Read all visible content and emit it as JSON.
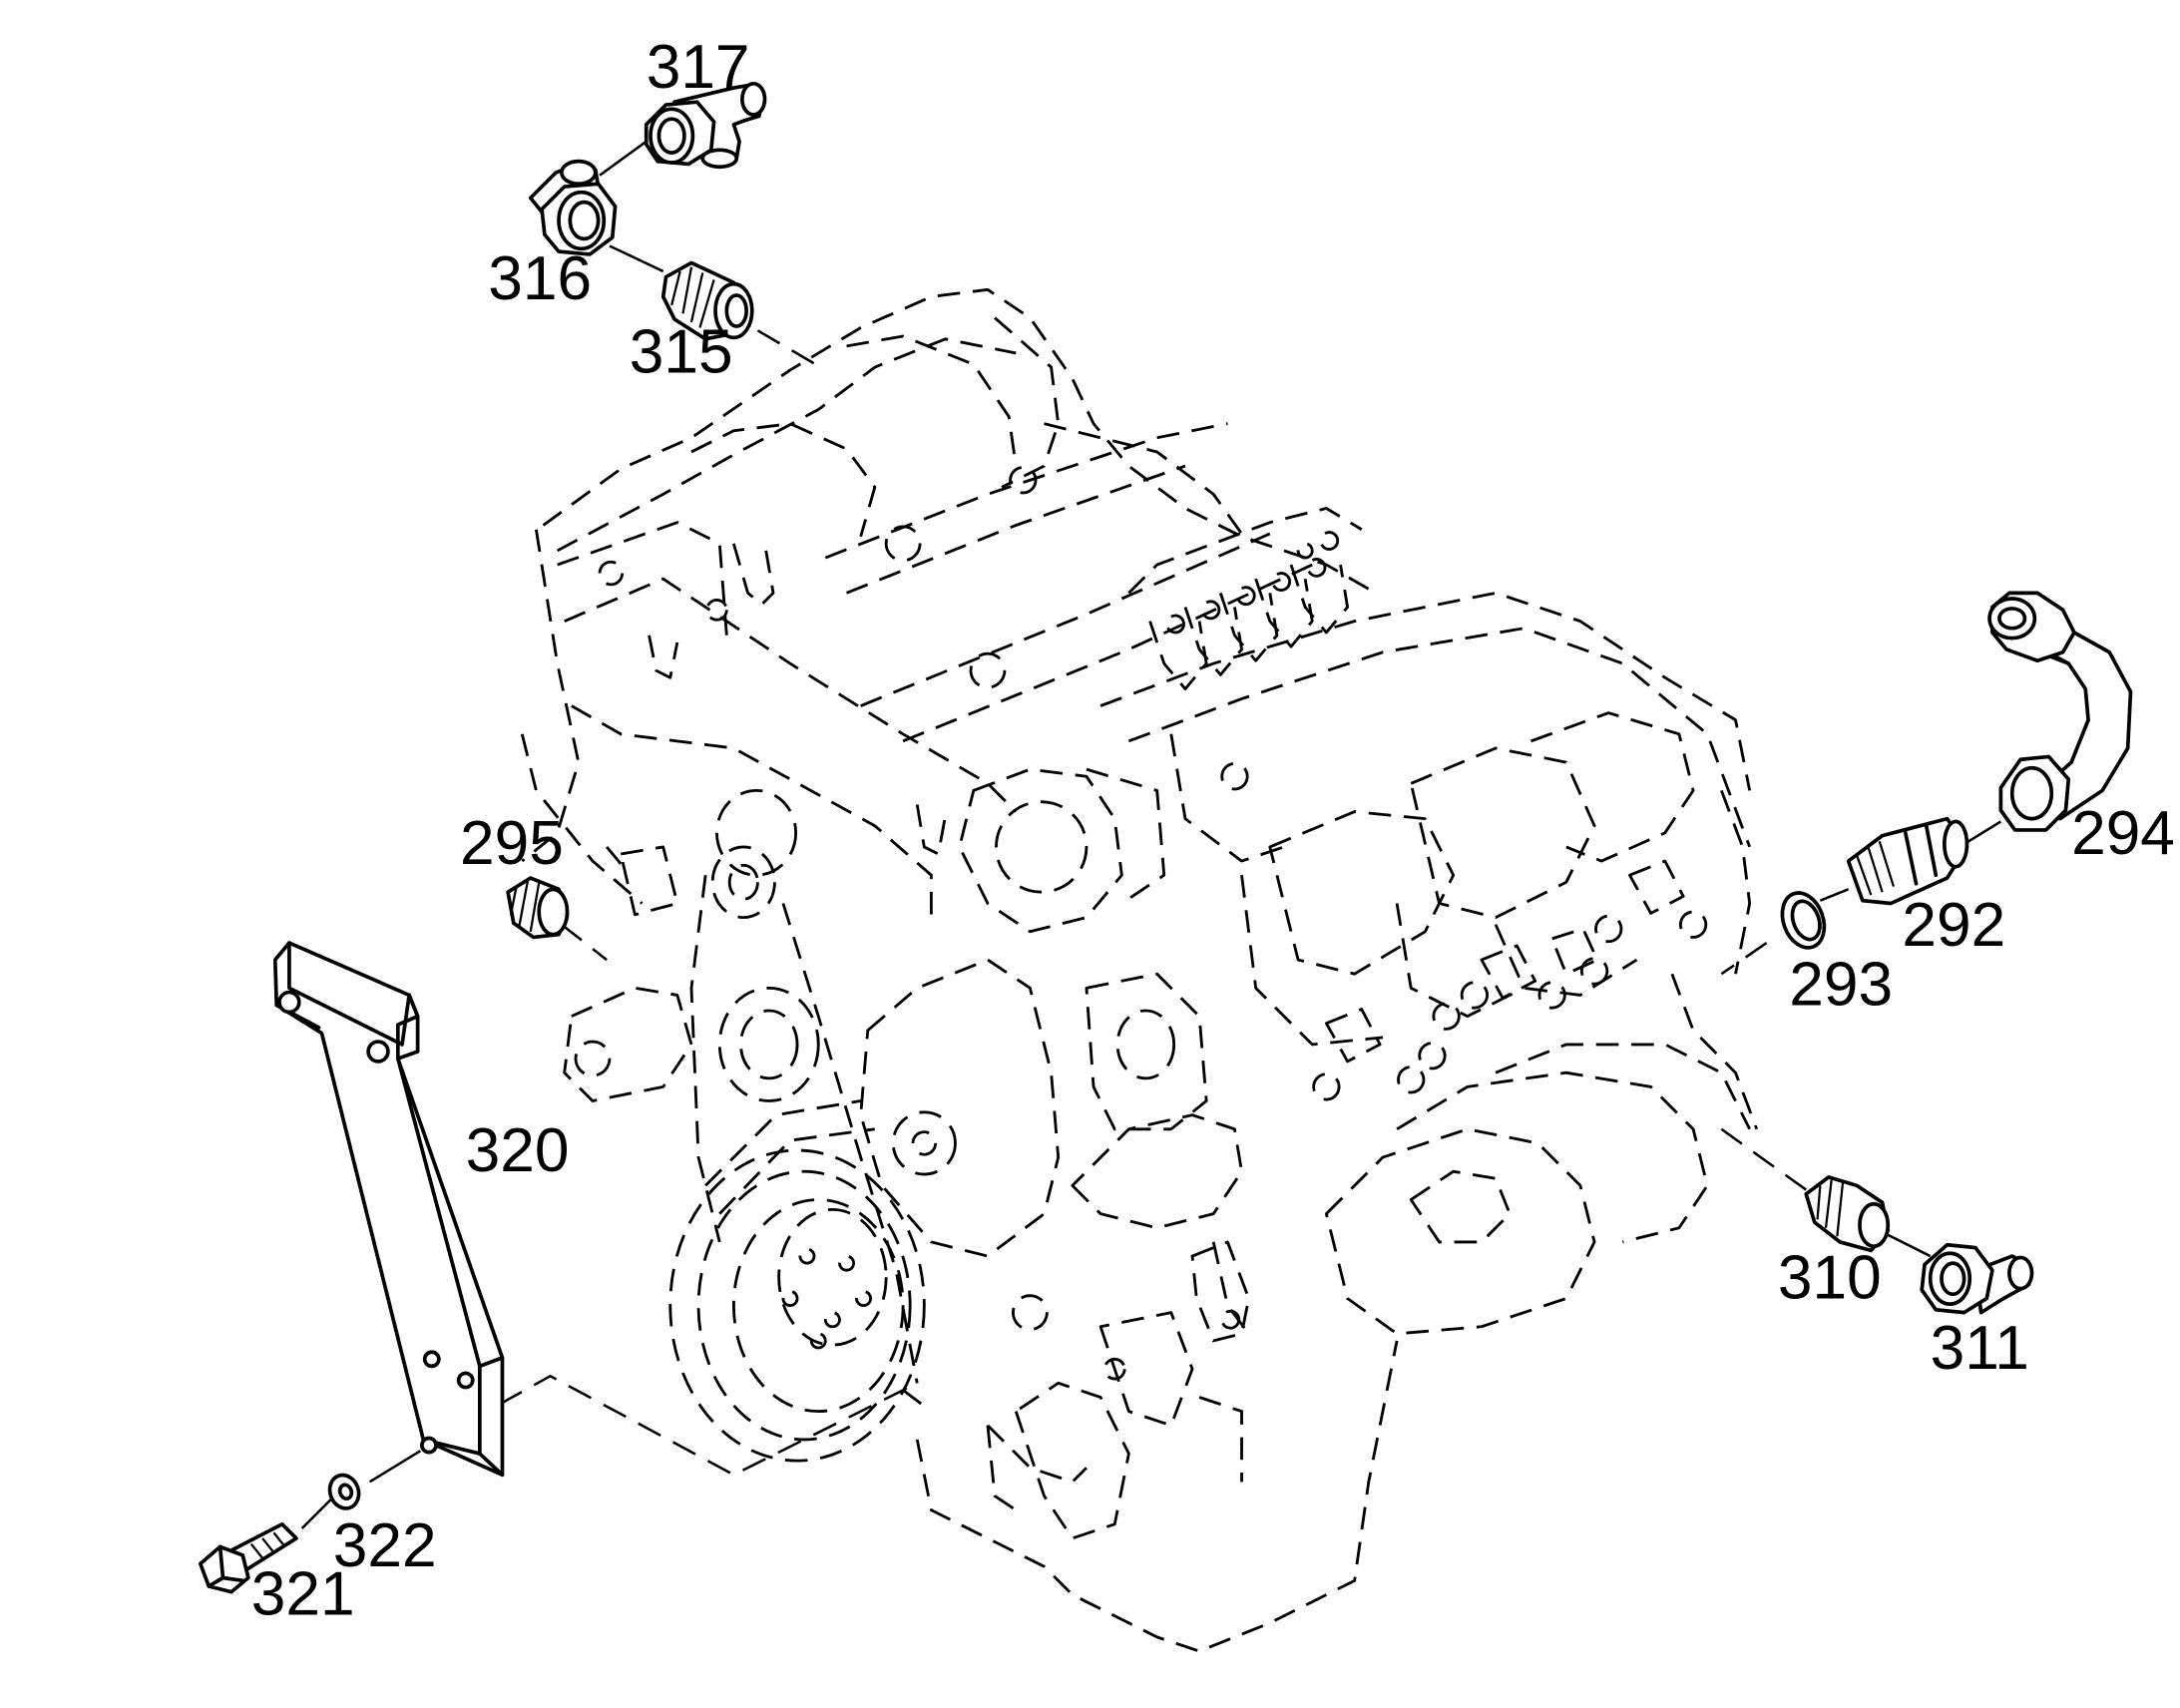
{
  "diagram": {
    "type": "exploded-parts-diagram",
    "callouts": [
      {
        "id": "317",
        "label": "317"
      },
      {
        "id": "316",
        "label": "316"
      },
      {
        "id": "315",
        "label": "315"
      },
      {
        "id": "295",
        "label": "295"
      },
      {
        "id": "320",
        "label": "320"
      },
      {
        "id": "321",
        "label": "321"
      },
      {
        "id": "322",
        "label": "322"
      },
      {
        "id": "294",
        "label": "294"
      },
      {
        "id": "292",
        "label": "292"
      },
      {
        "id": "293",
        "label": "293"
      },
      {
        "id": "310",
        "label": "310"
      },
      {
        "id": "311",
        "label": "311"
      }
    ]
  }
}
